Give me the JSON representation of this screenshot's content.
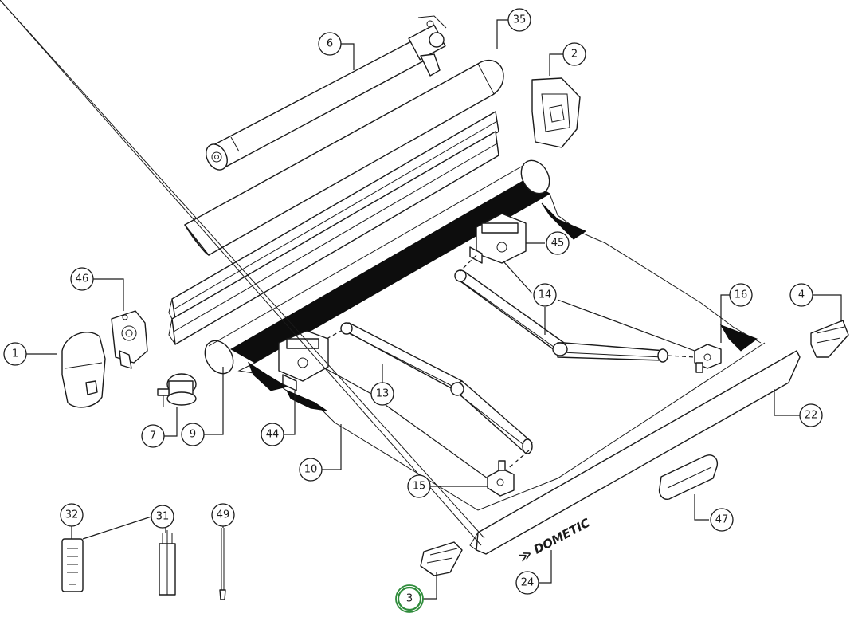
{
  "diagram": {
    "brand_text": "DOMETIC",
    "highlight_color": "#2e8b3a",
    "line_color": "#1a1a1a",
    "fabric_color": "#0d0d0d",
    "callouts": [
      {
        "id": "c1",
        "label": "1"
      },
      {
        "id": "c2",
        "label": "2"
      },
      {
        "id": "c3",
        "label": "3",
        "highlighted": true
      },
      {
        "id": "c4",
        "label": "4"
      },
      {
        "id": "c6",
        "label": "6"
      },
      {
        "id": "c7",
        "label": "7"
      },
      {
        "id": "c9",
        "label": "9"
      },
      {
        "id": "c10",
        "label": "10"
      },
      {
        "id": "c13",
        "label": "13"
      },
      {
        "id": "c14",
        "label": "14"
      },
      {
        "id": "c15",
        "label": "15"
      },
      {
        "id": "c16",
        "label": "16"
      },
      {
        "id": "c22",
        "label": "22"
      },
      {
        "id": "c24",
        "label": "24"
      },
      {
        "id": "c31",
        "label": "31"
      },
      {
        "id": "c32",
        "label": "32"
      },
      {
        "id": "c35",
        "label": "35"
      },
      {
        "id": "c44",
        "label": "44"
      },
      {
        "id": "c45",
        "label": "45"
      },
      {
        "id": "c46",
        "label": "46"
      },
      {
        "id": "c47",
        "label": "47"
      },
      {
        "id": "c49",
        "label": "49"
      }
    ]
  }
}
